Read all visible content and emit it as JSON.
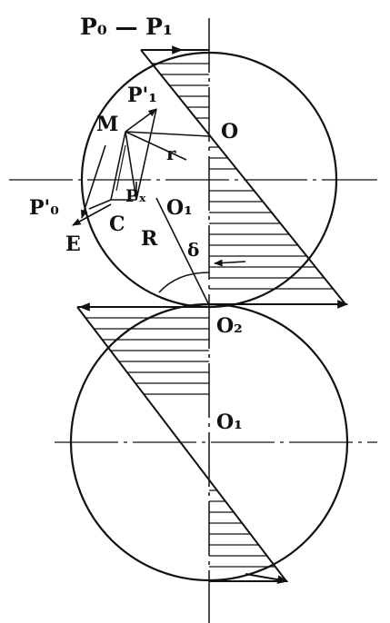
{
  "labels": {
    "title": "P₀ — P₁",
    "O": "O",
    "M": "M",
    "P1p": "P'₁",
    "r": "r",
    "Px": "Pₓ",
    "O1_top": "O₁",
    "P0p": "P'₀",
    "C": "C",
    "E": "E",
    "R": "R",
    "delta": "δ",
    "O2": "O₂",
    "O1_bottom": "O₁"
  },
  "colors": {
    "ink": "#111111",
    "background": "#ffffff"
  }
}
